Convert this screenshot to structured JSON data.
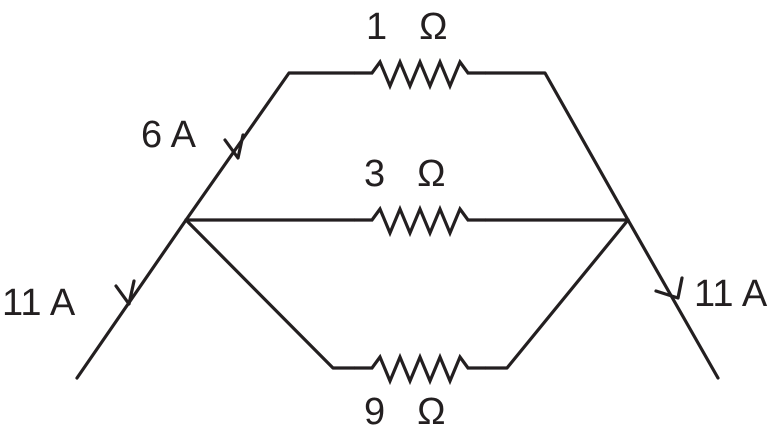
{
  "diagram": {
    "resistors": [
      {
        "id": "r-top",
        "value": "1",
        "unit": "Ω"
      },
      {
        "id": "r-middle",
        "value": "3",
        "unit": "Ω"
      },
      {
        "id": "r-bottom",
        "value": "9",
        "unit": "Ω"
      }
    ],
    "currents": {
      "input": "11 A",
      "top_branch": "6 A",
      "output": "11 A"
    },
    "colors": {
      "ink": "#231f20",
      "background": "#ffffff"
    }
  }
}
